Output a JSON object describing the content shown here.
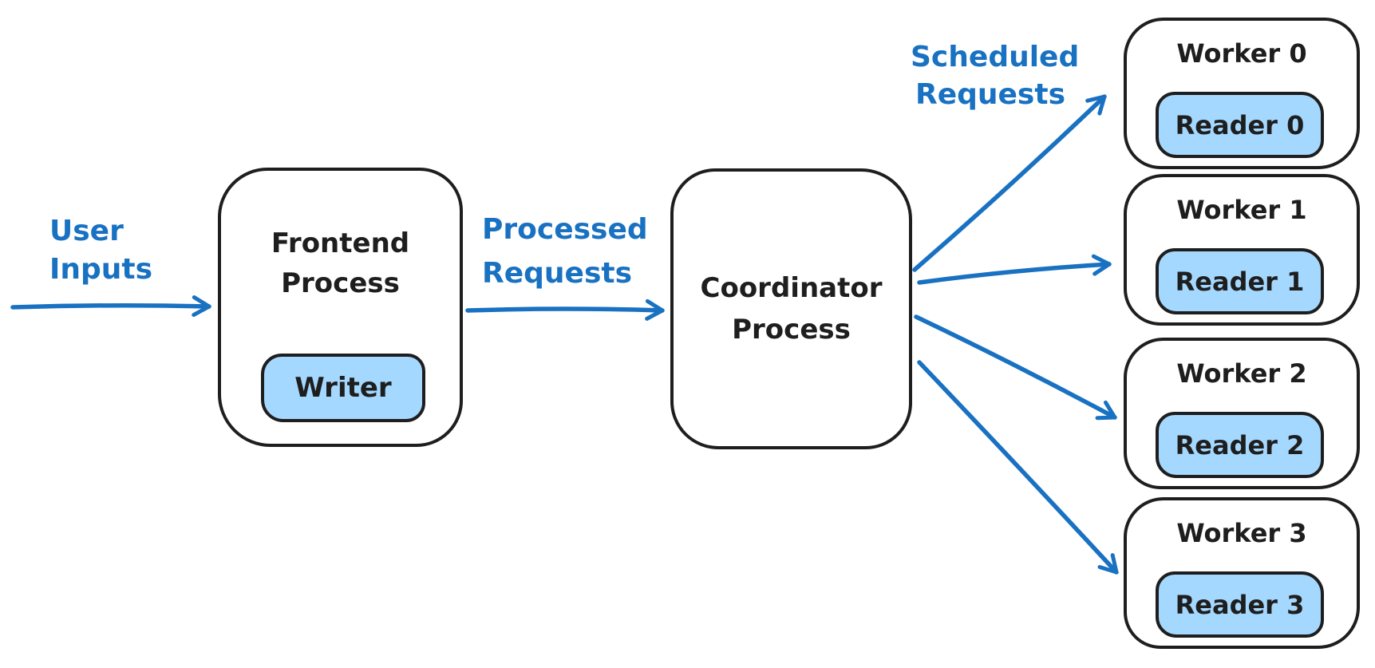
{
  "diagram": {
    "labels": {
      "user_inputs": "User\nInputs",
      "processed_requests": "Processed\nRequests",
      "scheduled_requests": "Scheduled\nRequests"
    },
    "nodes": {
      "frontend": {
        "title": "Frontend\nProcess",
        "child_label": "Writer"
      },
      "coordinator": {
        "title": "Coordinator\nProcess"
      },
      "workers": [
        {
          "title": "Worker 0",
          "reader_label": "Reader 0"
        },
        {
          "title": "Worker 1",
          "reader_label": "Reader 1"
        },
        {
          "title": "Worker 2",
          "reader_label": "Reader 2"
        },
        {
          "title": "Worker 3",
          "reader_label": "Reader 3"
        }
      ]
    },
    "colors": {
      "accent_blue": "#1971c2",
      "light_blue_fill": "#a5d8ff",
      "ink": "#1e1e1e"
    }
  }
}
